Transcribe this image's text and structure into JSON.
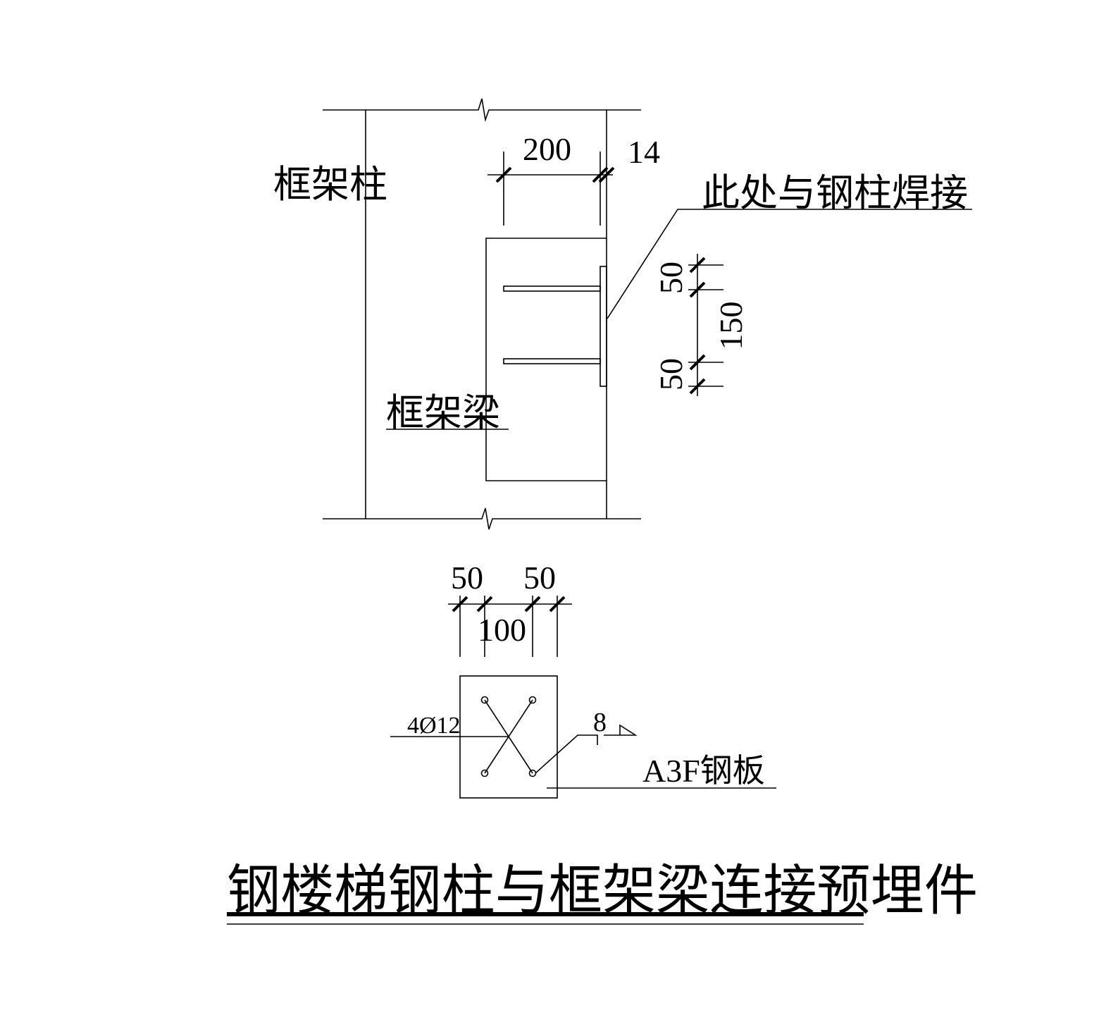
{
  "labels": {
    "column": "框架柱",
    "beam": "框架梁",
    "weld_note": "此处与钢柱焊接",
    "bars": "4Ø12",
    "weld_size": "8",
    "plate": "A3F钢板"
  },
  "dims": {
    "top_width": "200",
    "plate_thickness": "14",
    "side_top": "50",
    "side_total": "150",
    "side_bottom": "50",
    "plan_left": "50",
    "plan_right": "50",
    "plan_total": "100"
  },
  "title": "钢楼梯钢柱与框架梁连接预埋件"
}
